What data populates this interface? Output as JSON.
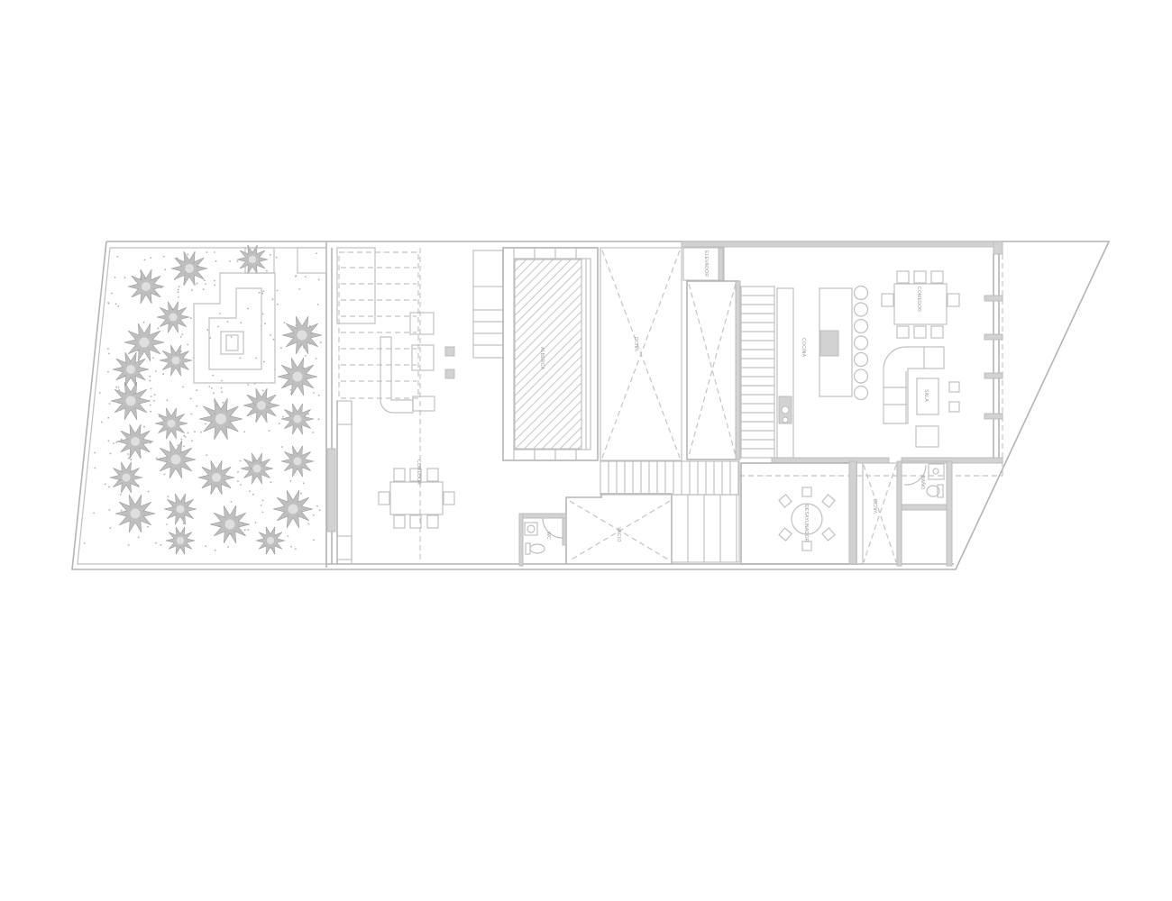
{
  "plan": {
    "rooms": {
      "pool": "ALBERCA",
      "void_1": "VACIO",
      "void_2": "VACIO",
      "void_3": "VACIO",
      "elevator": "ELEVADOR",
      "kitchen": "COCINA",
      "dining": "COMEDOR",
      "living": "SALA",
      "breakfast": "DESAYUNADOR",
      "terrace_dining": "COMEDOR",
      "wc": "WC",
      "bath": "BAÑO"
    },
    "colors": {
      "line": "#b4b4b4",
      "plant": "#a9a9a9",
      "background": "#ffffff"
    }
  }
}
